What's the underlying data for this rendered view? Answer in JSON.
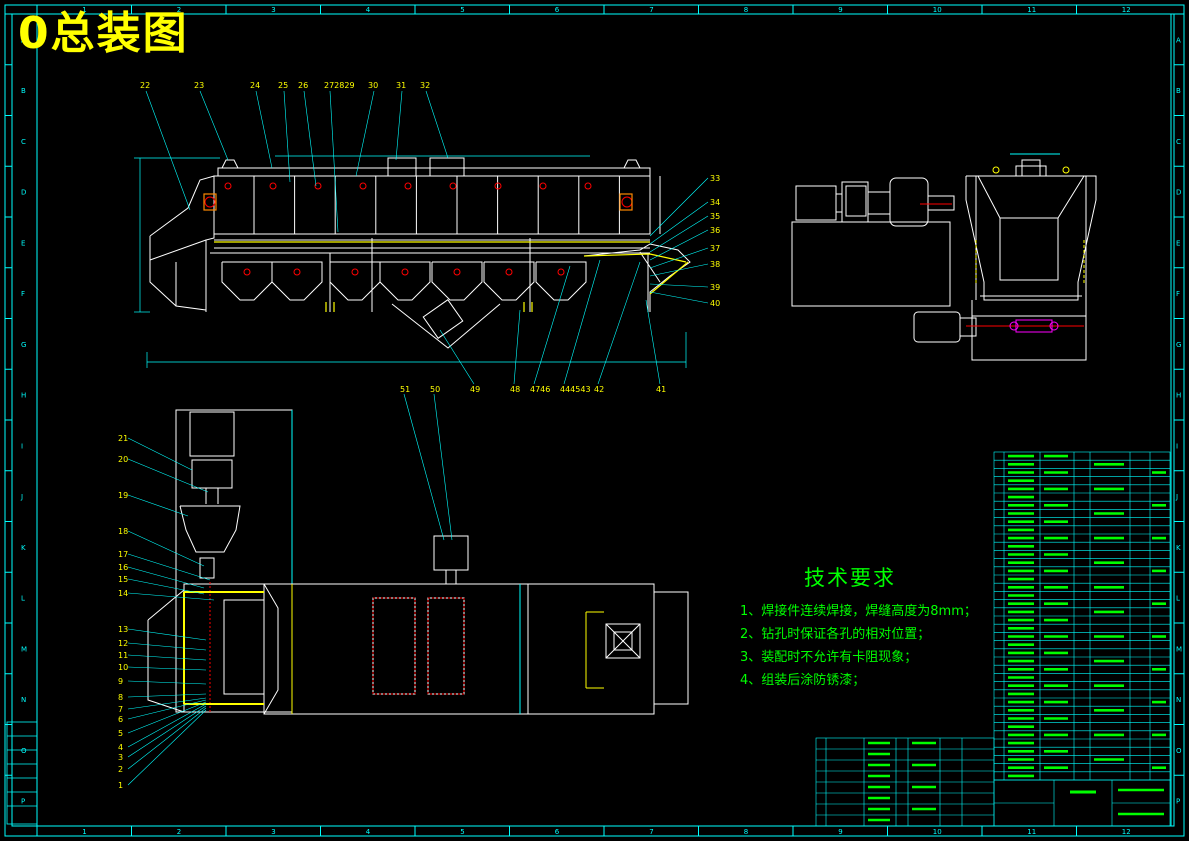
{
  "title": "0总装图",
  "grid": {
    "cols": [
      "1",
      "2",
      "3",
      "4",
      "5",
      "6",
      "7",
      "8",
      "9",
      "10",
      "11",
      "12"
    ],
    "rows": [
      "A",
      "B",
      "C",
      "D",
      "E",
      "F",
      "G",
      "H",
      "I",
      "J",
      "K",
      "L",
      "M",
      "N",
      "O",
      "P"
    ]
  },
  "callouts_top": [
    "22",
    "23",
    "24",
    "25",
    "26",
    "272829",
    "30",
    "31",
    "32"
  ],
  "callouts_right": [
    "33",
    "34",
    "35",
    "36",
    "37",
    "38",
    "39",
    "40"
  ],
  "callouts_bottom": [
    "49",
    "48",
    "4746",
    "444543",
    "42",
    "41"
  ],
  "callouts_left": [
    "21",
    "20",
    "19",
    "18",
    "17",
    "16",
    "15",
    "14",
    "13",
    "12",
    "11",
    "10",
    "9",
    "8",
    "7",
    "6",
    "5",
    "4",
    "3",
    "2",
    "1"
  ],
  "callouts_upper": [
    "51",
    "50"
  ],
  "requirements": {
    "heading": "技术要求",
    "items": [
      "1、焊接件连续焊接，焊缝高度为8mm；",
      "2、钻孔时保证各孔的相对位置；",
      "3、装配时不允许有卡阻现象；",
      "4、组装后涂防锈漆；"
    ]
  },
  "colors": {
    "background": "#000000",
    "frame": "#00ffff",
    "geometry": "#ffffff",
    "hidden": "#ffff00",
    "dims": "#00ffff",
    "accent": "#ff0000",
    "text": "#00ff00"
  }
}
